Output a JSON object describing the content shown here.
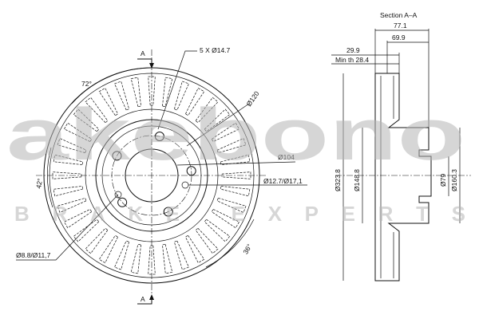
{
  "section_label": "Section A–A",
  "section_marker": "A",
  "dimensions": {
    "total_height": "77.1",
    "hat_height": "69.9",
    "thickness": "29.9",
    "min_thickness": "Min th 28.4",
    "bolt_pattern": "5 X Ø14.7",
    "bolt_circle": "Ø120",
    "center_bore": "Ø104",
    "stud_holes": "Ø12.7/Ø17,1",
    "small_holes": "Ø8.8/Ø11,7",
    "angle_72": "72°",
    "angle_42": "42°",
    "angle_36": "36°",
    "outer_diameter": "Ø323.8",
    "inner_diameter": "Ø148.8",
    "hub_diameter": "Ø79",
    "hat_diameter": "Ø160.3"
  },
  "watermark": {
    "brand": "akebono",
    "tagline": "BRAKE EXPERTS"
  }
}
